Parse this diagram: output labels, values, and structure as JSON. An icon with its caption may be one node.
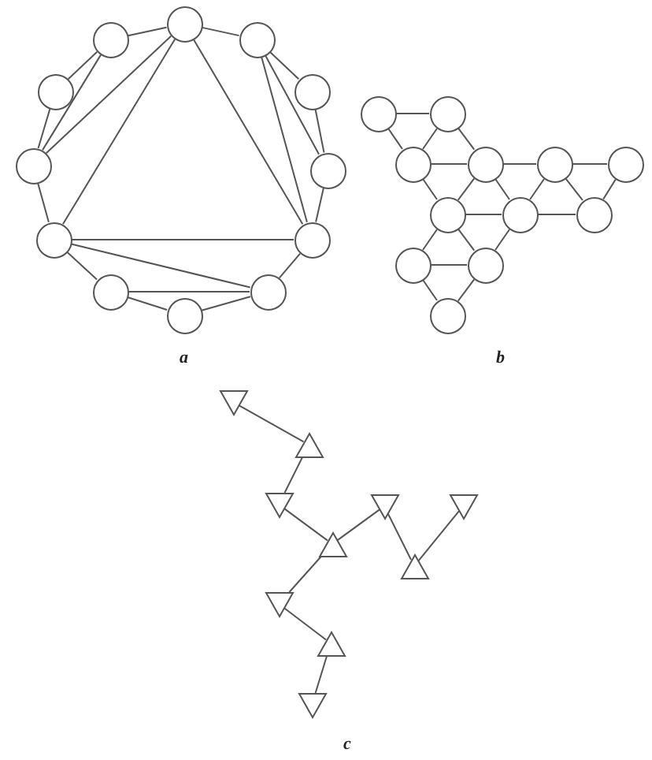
{
  "diagram": {
    "nodes": [
      {
        "text": [],
        "shape": "circle"
      },
      {
        "text": [],
        "shape": "circle"
      },
      {
        "text": [],
        "shape": "circle"
      },
      {
        "text": [],
        "shape": "circle"
      },
      {
        "text": [],
        "shape": "circle"
      },
      {
        "text": [],
        "shape": "circle"
      },
      {
        "text": [],
        "shape": "circle"
      },
      {
        "text": [],
        "shape": "circle"
      },
      {
        "text": [],
        "shape": "circle"
      },
      {
        "text": [],
        "shape": "circle"
      },
      {
        "text": [],
        "shape": "circle"
      },
      {
        "text": [],
        "shape": "circle"
      },
      {
        "text": [],
        "shape": "circle"
      },
      {
        "text": [],
        "shape": "circle"
      },
      {
        "text": [],
        "shape": "circle"
      },
      {
        "text": [],
        "shape": "circle"
      },
      {
        "text": [],
        "shape": "circle"
      },
      {
        "text": [],
        "shape": "circle"
      },
      {
        "text": [],
        "shape": "circle"
      },
      {
        "text": [],
        "shape": "circle"
      },
      {
        "text": [],
        "shape": "circle"
      },
      {
        "text": [],
        "shape": "circle"
      },
      {
        "text": [],
        "shape": "circle"
      },
      {
        "text": [],
        "shape": "circle"
      },
      {
        "text": [],
        "shape": "triangle"
      },
      {
        "text": [],
        "shape": "triangle"
      },
      {
        "text": [],
        "shape": "triangle"
      },
      {
        "text": [],
        "shape": "triangle"
      },
      {
        "text": [],
        "shape": "triangle"
      },
      {
        "text": [],
        "shape": "triangle"
      },
      {
        "text": [],
        "shape": "triangle"
      },
      {
        "text": [],
        "shape": "triangle"
      },
      {
        "text": [],
        "shape": "triangle"
      },
      {
        "text": [],
        "shape": "triangle"
      }
    ],
    "edges": [
      {
        "from": 0,
        "to": 1,
        "arrow": "none"
      },
      {
        "from": 1,
        "to": 2,
        "arrow": "none"
      },
      {
        "from": 2,
        "to": 3,
        "arrow": "none"
      },
      {
        "from": 3,
        "to": 4,
        "arrow": "none"
      },
      {
        "from": 4,
        "to": 5,
        "arrow": "none"
      },
      {
        "from": 5,
        "to": 6,
        "arrow": "none"
      },
      {
        "from": 6,
        "to": 7,
        "arrow": "none"
      },
      {
        "from": 7,
        "to": 8,
        "arrow": "none"
      },
      {
        "from": 8,
        "to": 9,
        "arrow": "none"
      },
      {
        "from": 9,
        "to": 10,
        "arrow": "none"
      },
      {
        "from": 10,
        "to": 11,
        "arrow": "none"
      },
      {
        "from": 11,
        "to": 0,
        "arrow": "none"
      },
      {
        "from": 1,
        "to": 3,
        "arrow": "none"
      },
      {
        "from": 0,
        "to": 3,
        "arrow": "none"
      },
      {
        "from": 0,
        "to": 4,
        "arrow": "none"
      },
      {
        "from": 0,
        "to": 8,
        "arrow": "none"
      },
      {
        "from": 4,
        "to": 8,
        "arrow": "none"
      },
      {
        "from": 4,
        "to": 7,
        "arrow": "none"
      },
      {
        "from": 5,
        "to": 7,
        "arrow": "none"
      },
      {
        "from": 11,
        "to": 9,
        "arrow": "none"
      },
      {
        "from": 11,
        "to": 8,
        "arrow": "none"
      },
      {
        "from": 12,
        "to": 13,
        "arrow": "none"
      },
      {
        "from": 12,
        "to": 14,
        "arrow": "none"
      },
      {
        "from": 13,
        "to": 14,
        "arrow": "none"
      },
      {
        "from": 13,
        "to": 15,
        "arrow": "none"
      },
      {
        "from": 14,
        "to": 15,
        "arrow": "none"
      },
      {
        "from": 15,
        "to": 16,
        "arrow": "none"
      },
      {
        "from": 16,
        "to": 17,
        "arrow": "none"
      },
      {
        "from": 14,
        "to": 18,
        "arrow": "none"
      },
      {
        "from": 15,
        "to": 18,
        "arrow": "none"
      },
      {
        "from": 15,
        "to": 19,
        "arrow": "none"
      },
      {
        "from": 16,
        "to": 19,
        "arrow": "none"
      },
      {
        "from": 16,
        "to": 20,
        "arrow": "none"
      },
      {
        "from": 17,
        "to": 20,
        "arrow": "none"
      },
      {
        "from": 18,
        "to": 19,
        "arrow": "none"
      },
      {
        "from": 19,
        "to": 20,
        "arrow": "none"
      },
      {
        "from": 18,
        "to": 21,
        "arrow": "none"
      },
      {
        "from": 18,
        "to": 22,
        "arrow": "none"
      },
      {
        "from": 19,
        "to": 22,
        "arrow": "none"
      },
      {
        "from": 21,
        "to": 22,
        "arrow": "none"
      },
      {
        "from": 21,
        "to": 23,
        "arrow": "none"
      },
      {
        "from": 22,
        "to": 23,
        "arrow": "none"
      },
      {
        "from": 24,
        "to": 25,
        "arrow": "none"
      },
      {
        "from": 25,
        "to": 26,
        "arrow": "none"
      },
      {
        "from": 26,
        "to": 27,
        "arrow": "none"
      },
      {
        "from": 27,
        "to": 28,
        "arrow": "none"
      },
      {
        "from": 28,
        "to": 30,
        "arrow": "none"
      },
      {
        "from": 30,
        "to": 29,
        "arrow": "none"
      },
      {
        "from": 27,
        "to": 31,
        "arrow": "none"
      },
      {
        "from": 31,
        "to": 32,
        "arrow": "none"
      },
      {
        "from": 32,
        "to": 33,
        "arrow": "none"
      }
    ],
    "labels": [
      "a",
      "b",
      "c"
    ]
  }
}
